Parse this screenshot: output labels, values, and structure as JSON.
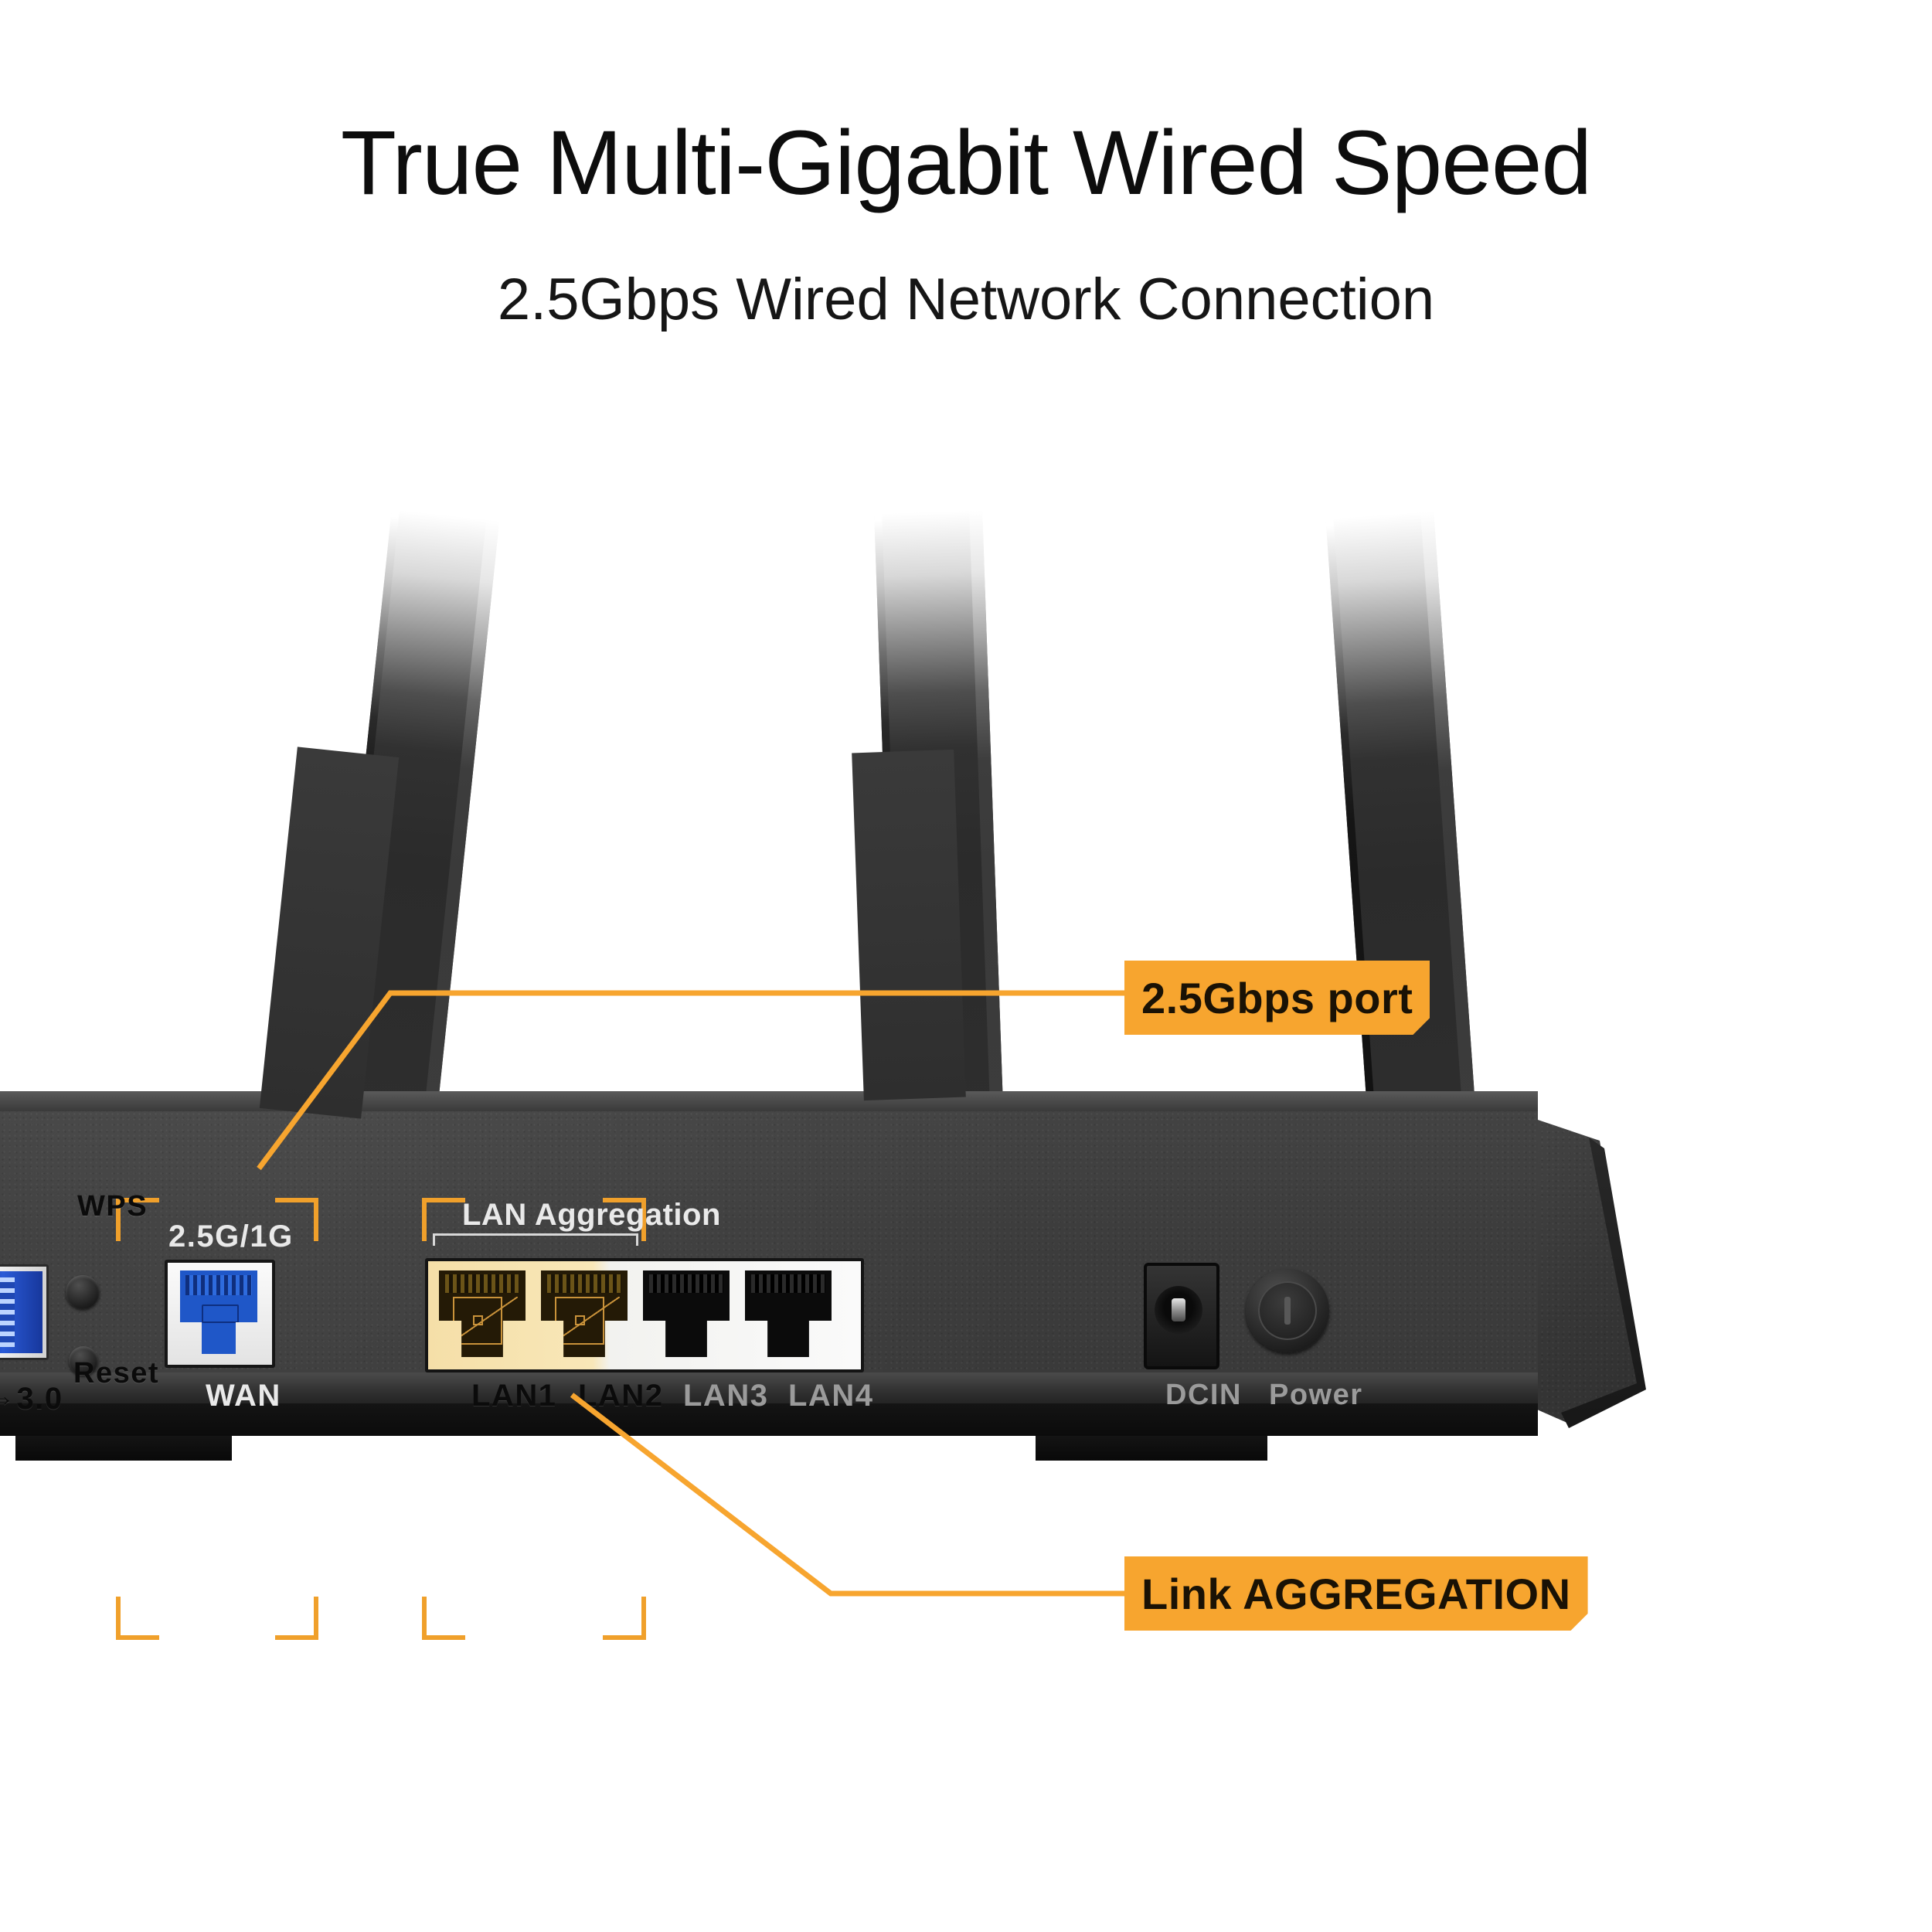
{
  "headline": "True Multi-Gigabit Wired Speed",
  "subheadline": "2.5Gbps Wired Network Connection",
  "colors": {
    "accent_orange": "#F7A52F",
    "bracket_orange": "#F0A02B",
    "chassis_dark": "#3D3D3D",
    "background": "#FFFFFF",
    "wan_jack_blue": "#1F57C8",
    "usb_blue": "#2A5BD7",
    "lan_gold": "#F5DFA8"
  },
  "callouts": [
    {
      "id": "callout-25gbps-port",
      "label": "2.5Gbps port",
      "target": "WAN 2.5G/1G port"
    },
    {
      "id": "callout-link-aggregation",
      "label": "Link AGGREGATION",
      "target": "LAN1 + LAN2 ports"
    }
  ],
  "router": {
    "name": "router-rear-panel",
    "antenna_count": 3,
    "port_labels": {
      "usb": "3.0",
      "usb_icon": "usb-trident-icon",
      "wps": "WPS",
      "reset": "Reset",
      "wan_speed": "2.5G/1G",
      "wan": "WAN",
      "lan_aggregation": "LAN Aggregation",
      "lan1": "LAN1",
      "lan2": "LAN2",
      "lan3": "LAN3",
      "lan4": "LAN4",
      "dcin": "DCIN",
      "power": "Power"
    }
  }
}
